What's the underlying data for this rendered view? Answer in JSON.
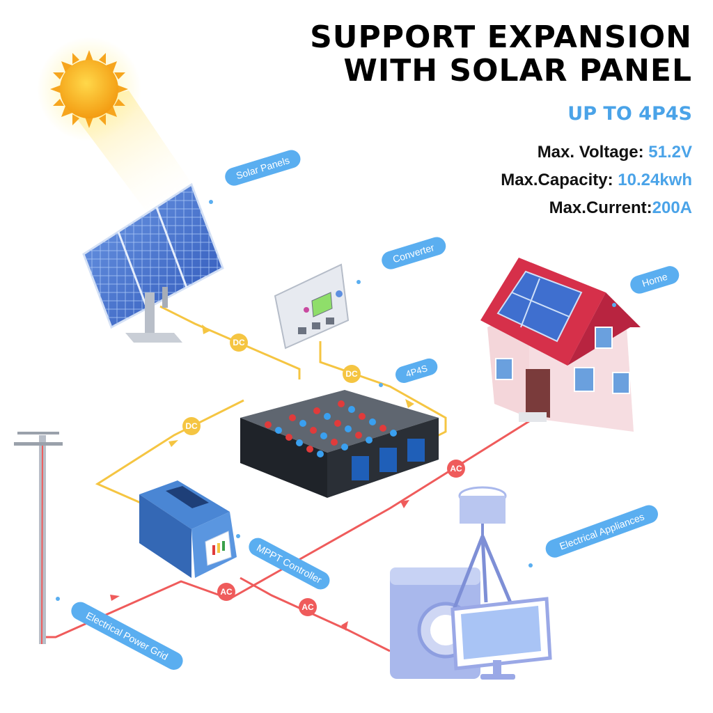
{
  "header": {
    "title_line1": "SUPPORT EXPANSION",
    "title_line2": "WITH SOLAR PANEL",
    "subtitle": "UP TO 4P4S"
  },
  "specs": [
    {
      "label": "Max. Voltage: ",
      "value": "51.2V"
    },
    {
      "label": "Max.Capacity: ",
      "value": "10.24kwh"
    },
    {
      "label": "Max.Current:",
      "value": "200A"
    }
  ],
  "labels": {
    "solar_panels": "Solar Panels",
    "converter": "Converter",
    "home": "Home",
    "battery_bank": "4P4S",
    "electrical_appliances": "Electrical Appliances",
    "mppt_controller": "MPPT Controller",
    "power_grid": "Electrical Power Grid"
  },
  "badges": {
    "dc": "DC",
    "ac": "AC"
  },
  "colors": {
    "accent_blue": "#4aa3e8",
    "dc_line": "#f5c542",
    "ac_line": "#ef5b5b",
    "tag_fill": "#5aaef0",
    "roof": "#d6304a"
  }
}
